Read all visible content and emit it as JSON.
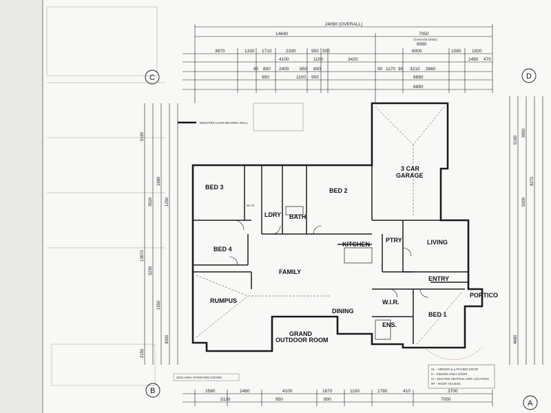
{
  "top_dims": {
    "overall": "24090 (OVERALL)",
    "left_total": "14640",
    "right_total": "7050",
    "garage_dims": "(GARAGE DIMS)",
    "garage_inner": "6580",
    "row1": [
      "3870",
      "1330",
      "1710",
      "2330",
      "950",
      "500",
      "3420",
      "6000",
      "1080",
      "1920"
    ],
    "row1b": [
      "4100",
      "1100",
      "6890",
      "1450",
      "470"
    ],
    "row2": [
      "90",
      "850",
      "2400",
      "850",
      "800",
      "90",
      "1170",
      "90",
      "3210",
      "2880"
    ],
    "row3": [
      "950",
      "1100",
      "950",
      "6890"
    ]
  },
  "bottom_dims": {
    "row1": [
      "2580",
      "2460",
      "4100",
      "1870",
      "1100",
      "1780",
      "410",
      "3700"
    ],
    "row2": [
      "5130",
      "950",
      "800",
      "7050"
    ]
  },
  "left_dims": [
    "5190",
    "13670",
    "3520",
    "1680",
    "1250",
    "3230",
    "1550",
    "3000",
    "2150"
  ],
  "right_dims": [
    "3950",
    "5190",
    "8270",
    "5000",
    "4680"
  ],
  "grid_labels": {
    "c": "C",
    "d": "D",
    "b": "B",
    "a": "A"
  },
  "rooms": {
    "bed3": "BED 3",
    "wir_top": "W.I.R.",
    "ldry": "LDRY",
    "bath": "BATH",
    "bed2": "BED 2",
    "garage_line1": "3 CAR",
    "garage_line2": "GARAGE",
    "bed4": "BED 4",
    "kitchen": "KITCHEN",
    "ptry": "PTRY",
    "living": "LIVING",
    "family": "FAMILY",
    "entry": "ENTRY",
    "portico": "PORTICO",
    "rumpus": "RUMPUS",
    "wir_bot": "W.I.R.",
    "ens": "ENS.",
    "bed1": "BED 1",
    "dining": "DINING",
    "grand_line1": "GRAND",
    "grand_line2": "OUTDOOR ROOM"
  },
  "notes": {
    "wall_key": "DENOTES LOAD BEARING WALL",
    "doors": "2040 HIGH STANFORD DOORS",
    "legend": [
      "HL - HINGED & LATCHED DOOR",
      "H - HINGED ONLY DOOR",
      "CI - DUCTED HEATING UNIT LOCATION",
      "RF - ROOF ACCESS"
    ]
  },
  "colors": {
    "line": "#1a1a1a",
    "paper": "#f6f6f4",
    "leader": "#8a3030"
  }
}
